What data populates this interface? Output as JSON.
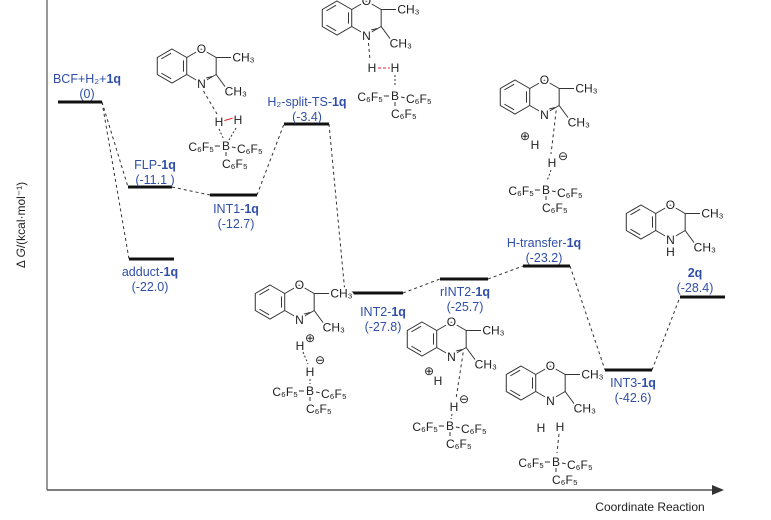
{
  "colors": {
    "label": "#2f4fa8",
    "hydrogen": "#e02424",
    "level": "#111111",
    "axis": "#777777"
  },
  "axes": {
    "y_label_prefix": "Δ ",
    "y_label_italic": "G",
    "y_label_suffix": "/(kcal·mol⁻¹)",
    "x_label": "Coordinate Reaction"
  },
  "levels": [
    {
      "prefix": "BCF+H₂+",
      "bold": "1q",
      "energy_label": "(0)",
      "energy": 0
    },
    {
      "prefix": "FLP-",
      "bold": "1q",
      "energy_label": "(-11.1 )",
      "energy": -11.1
    },
    {
      "prefix": "adduct-",
      "bold": "1q",
      "energy_label": "(-22.0)",
      "energy": -22.0
    },
    {
      "prefix": "INT1-",
      "bold": "1q",
      "energy_label": "(-12.7)",
      "energy": -12.7
    },
    {
      "prefix": "H₂-split-TS-",
      "bold": "1q",
      "energy_label": "(-3.4)",
      "energy": -3.4
    },
    {
      "prefix": "INT2-",
      "bold": "1q",
      "energy_label": "(-27.8)",
      "energy": -27.8
    },
    {
      "prefix": "rINT2-",
      "bold": "1q",
      "energy_label": "(-25.7)",
      "energy": -25.7
    },
    {
      "prefix": "H-transfer-",
      "bold": "1q",
      "energy_label": "(-23.2)",
      "energy": -23.2
    },
    {
      "prefix": "INT3-",
      "bold": "1q",
      "energy_label": "(-42.6)",
      "energy": -42.6
    },
    {
      "prefix": "",
      "bold": "2q",
      "energy_label": "(-28.4)",
      "energy": -28.4
    }
  ],
  "molecules": [
    {
      "O": "O",
      "N": "N",
      "me1": "CH₃",
      "me2": "CH₃",
      "H_a": "H",
      "H_b": "H",
      "borane": {
        "B": "B",
        "c6f5": [
          "C₆F₅",
          "C₆F₅",
          "C₆F₅"
        ]
      }
    },
    {
      "O": "O",
      "N": "N",
      "me1": "CH₃",
      "me2": "CH₃",
      "H_a": "H",
      "H_b": "H",
      "borane": {
        "B": "B",
        "c6f5": [
          "C₆F₅",
          "C₆F₅",
          "C₆F₅"
        ]
      }
    },
    {
      "O": "O",
      "N": "N",
      "me1": "CH₃",
      "me2": "CH₃",
      "H_a": "H",
      "H_b": "H",
      "pos": "⊕",
      "neg": "⊖",
      "borane": {
        "B": "B",
        "c6f5": [
          "C₆F₅",
          "C₆F₅",
          "C₆F₅"
        ]
      }
    },
    {
      "O": "O",
      "N": "N",
      "me1": "CH₃",
      "me2": "CH₃",
      "H_a": "H",
      "H_b": "H",
      "pos": "⊕",
      "neg": "⊖",
      "borane": {
        "B": "B",
        "c6f5": [
          "C₆F₅",
          "C₆F₅",
          "C₆F₅"
        ]
      }
    },
    {
      "O": "O",
      "N": "N",
      "me1": "CH₃",
      "me2": "CH₃",
      "H_a": "H",
      "H_b": "H",
      "pos": "⊕",
      "neg": "⊖",
      "borane": {
        "B": "B",
        "c6f5": [
          "C₆F₅",
          "C₆F₅",
          "C₆F₅"
        ]
      }
    },
    {
      "O": "O",
      "N": "N",
      "me1": "CH₃",
      "me2": "CH₃",
      "H_a": "H",
      "H_b": "H",
      "borane": {
        "B": "B",
        "c6f5": [
          "C₆F₅",
          "C₆F₅",
          "C₆F₅"
        ]
      }
    },
    {
      "O": "O",
      "N": "N",
      "me1": "CH₃",
      "me2": "CH₃",
      "H_a": "H"
    }
  ]
}
